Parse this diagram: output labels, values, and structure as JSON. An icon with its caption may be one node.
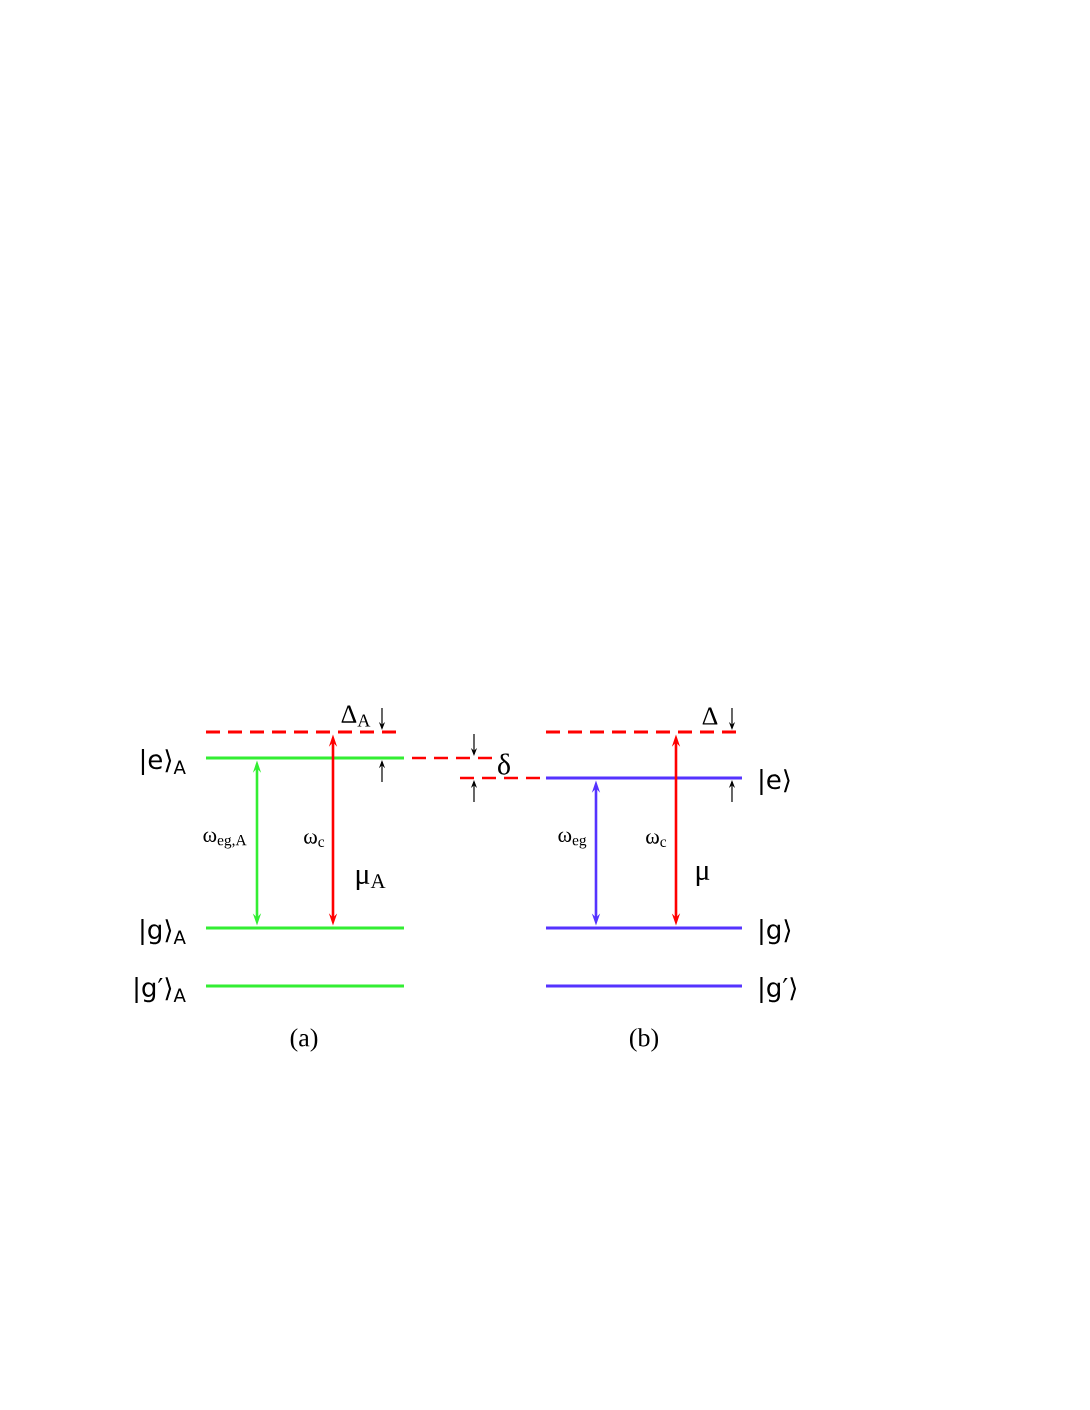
{
  "diagram": {
    "nodes": [
      {
        "text": [],
        "shape": "bar"
      },
      {
        "text": [],
        "shape": "bar",
        "beside": [
          "|e⟩$_{A}$"
        ]
      },
      {
        "text": [],
        "shape": "bar",
        "beside": [
          "|g⟩$_{A}$"
        ]
      },
      {
        "text": [],
        "shape": "bar",
        "beside": [
          "|g′⟩$_{A}$"
        ]
      },
      {
        "text": [],
        "shape": "bar"
      },
      {
        "text": [],
        "shape": "bar",
        "beside": [
          "|e⟩"
        ]
      },
      {
        "text": [],
        "shape": "bar",
        "beside": [
          "|g⟩"
        ]
      },
      {
        "text": [],
        "shape": "bar",
        "beside": [
          "|g′⟩"
        ]
      }
    ],
    "edges": [
      {
        "from": 1,
        "to": 2,
        "arrow": "both",
        "label": "ω$_{eg,A}$",
        "color": "#33ee33"
      },
      {
        "from": 0,
        "to": 2,
        "arrow": "both",
        "label": "ω$_{c}$",
        "color": "#ff0000"
      },
      {
        "from": 5,
        "to": 6,
        "arrow": "both",
        "label": "ω$_{eg}$",
        "color": "#5533ff"
      },
      {
        "from": 4,
        "to": 6,
        "arrow": "both",
        "label": "ω$_{c}$",
        "color": "#ff0000"
      }
    ],
    "labels": [
      "Δ$_{A}$",
      "μ$_{A}$",
      "δ",
      "Δ",
      "μ",
      "(a)",
      "(b)"
    ]
  }
}
